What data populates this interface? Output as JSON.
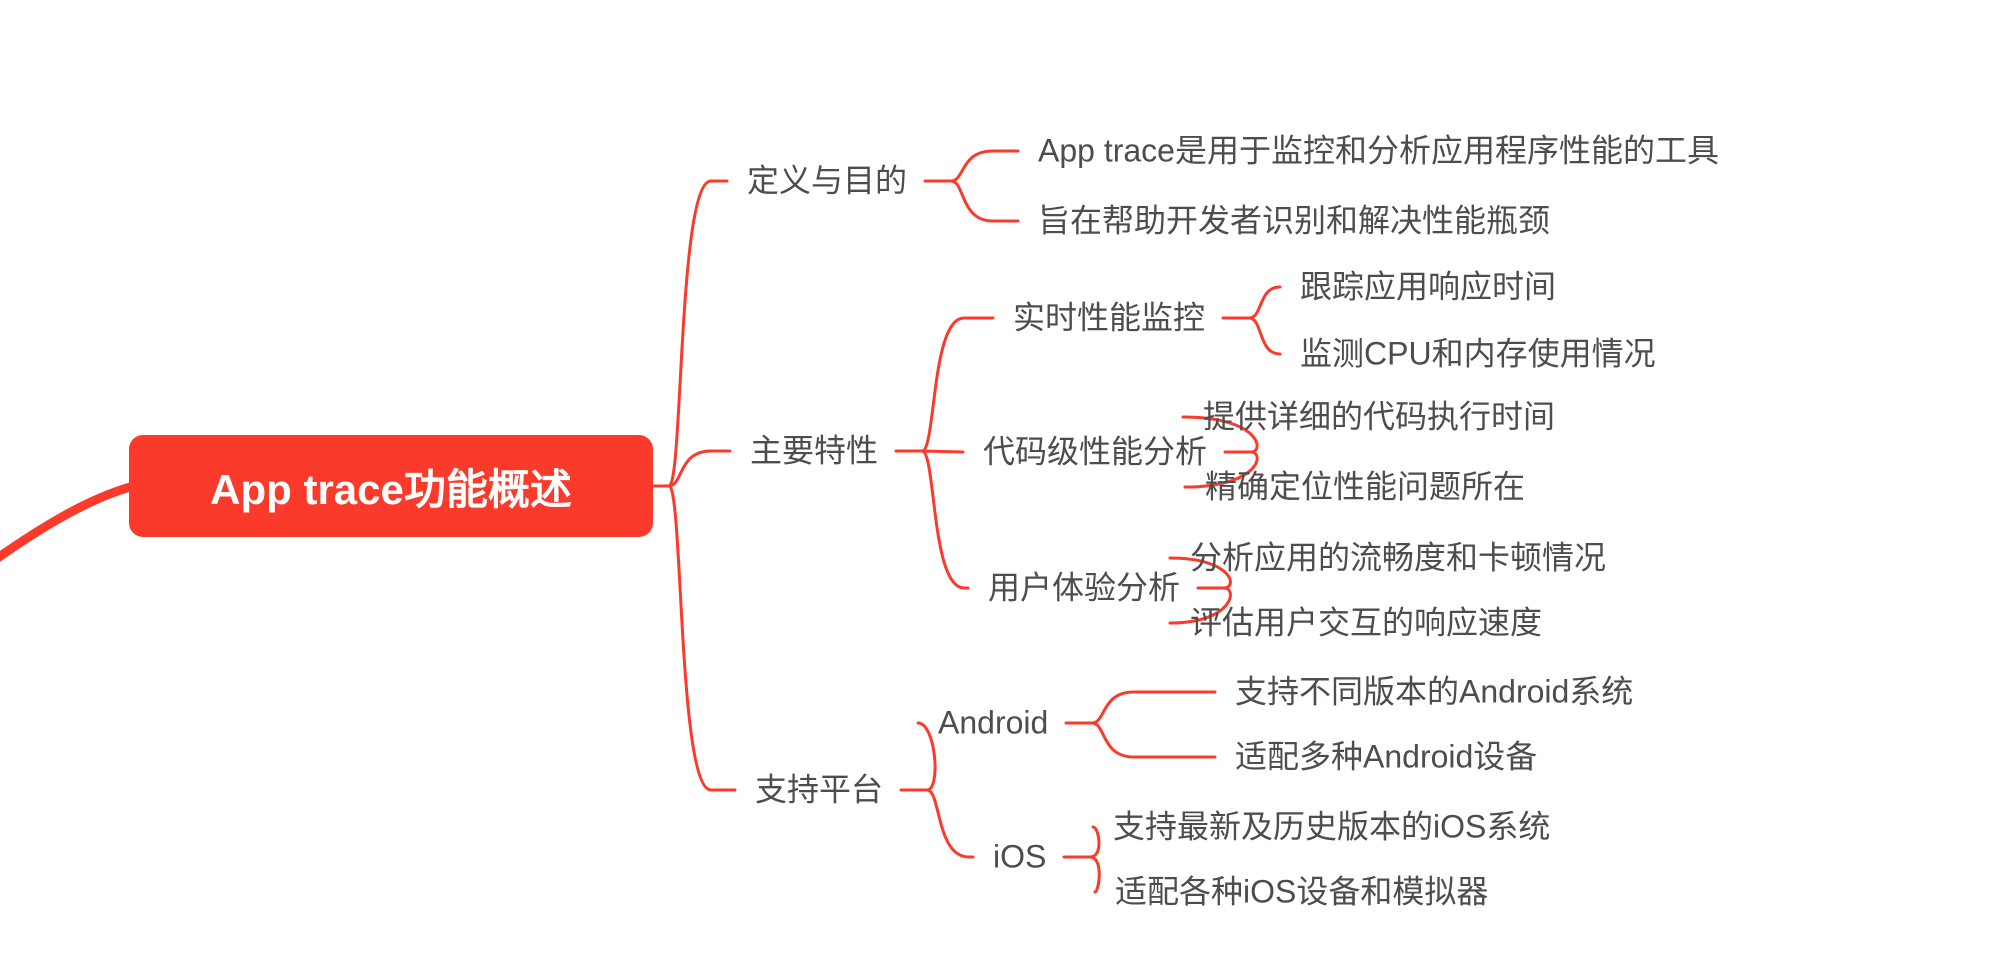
{
  "colors": {
    "accent_red": "#fa3b2c",
    "node_text": "#4d4d4d",
    "root_text": "#ffffff",
    "background": "#ffffff"
  },
  "mindmap": {
    "root": {
      "label": "App trace功能概述"
    },
    "branches": [
      {
        "label": "定义与目的",
        "children": [
          {
            "label": "App trace是用于监控和分析应用程序性能的工具"
          },
          {
            "label": "旨在帮助开发者识别和解决性能瓶颈"
          }
        ]
      },
      {
        "label": "主要特性",
        "children": [
          {
            "label": "实时性能监控",
            "children": [
              {
                "label": "跟踪应用响应时间"
              },
              {
                "label": "监测CPU和内存使用情况"
              }
            ]
          },
          {
            "label": "代码级性能分析",
            "children": [
              {
                "label": "提供详细的代码执行时间"
              },
              {
                "label": "精确定位性能问题所在"
              }
            ]
          },
          {
            "label": "用户体验分析",
            "children": [
              {
                "label": "分析应用的流畅度和卡顿情况"
              },
              {
                "label": "评估用户交互的响应速度"
              }
            ]
          }
        ]
      },
      {
        "label": "支持平台",
        "children": [
          {
            "label": "Android",
            "children": [
              {
                "label": "支持不同版本的Android系统"
              },
              {
                "label": "适配多种Android设备"
              }
            ]
          },
          {
            "label": "iOS",
            "children": [
              {
                "label": "支持最新及历史版本的iOS系统"
              },
              {
                "label": "适配各种iOS设备和模拟器"
              }
            ]
          }
        ]
      }
    ]
  }
}
